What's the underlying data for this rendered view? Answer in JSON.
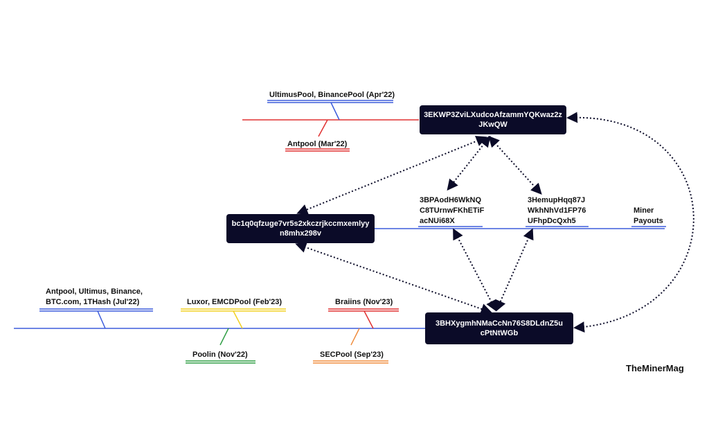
{
  "colors": {
    "blue": "#3b5bdb",
    "red": "#e03131",
    "yellow": "#f2d022",
    "green": "#2f9e44",
    "orange": "#f08c3c",
    "node_bg": "#0b0b28",
    "arrow": "#0b0b28"
  },
  "wallets": {
    "top": {
      "line1": "3EKWP3ZviLXudcoAfzammYQKwaz2z",
      "line2": "JKwQW"
    },
    "left": {
      "line1": "bc1q0qfzuge7vr5s2xkczrjkccmxemlyy",
      "line2": "n8mhx298v"
    },
    "bottom": {
      "line1": "3BHXygmhNMaCcNn76S8DLdnZ5u",
      "line2": "cPtNtWGb"
    }
  },
  "payout_addresses": [
    {
      "lines": [
        "3BPAodH6WkNQ",
        "C8TUrnwFKhETiF",
        "acNUi68X"
      ]
    },
    {
      "lines": [
        "3HemupHqq87J",
        "WkhNhVd1FP76",
        "UFhpDcQxh5"
      ]
    }
  ],
  "miner_payouts_label": {
    "line1": "Miner",
    "line2": "Payouts"
  },
  "pool_labels": {
    "ultimus_binance": "UltimusPool, BinancePool (Apr'22)",
    "antpool_mar22": "Antpool (Mar'22)",
    "antpool_jul22_line1": "Antpool, Ultimus, Binance,",
    "antpool_jul22_line2": "BTC.com, 1THash (Jul'22)",
    "luxor_emcd": "Luxor, EMCDPool (Feb'23)",
    "braiins": "Braiins (Nov'23)",
    "poolin": "Poolin (Nov'22)",
    "secpool": "SECPool (Sep'23)"
  },
  "watermark": "TheMinerMag"
}
